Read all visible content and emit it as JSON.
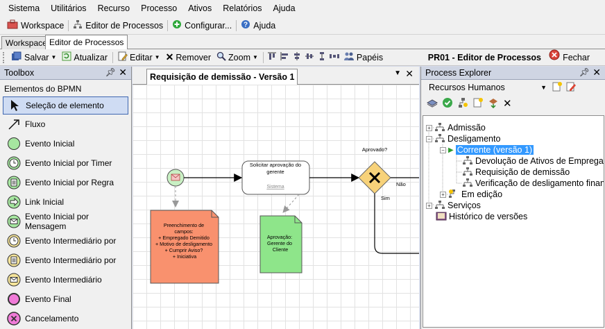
{
  "menu": [
    "Sistema",
    "Utilitários",
    "Recurso",
    "Processo",
    "Ativos",
    "Relatórios",
    "Ajuda"
  ],
  "quickbar": {
    "workspace": "Workspace",
    "editor": "Editor de Processos",
    "configurar": "Configurar...",
    "ajuda": "Ajuda"
  },
  "doctabs": {
    "workspace": "Workspace",
    "editor": "Editor de Processos"
  },
  "toolbar": {
    "salvar": "Salvar",
    "atualizar": "Atualizar",
    "editar": "Editar",
    "remover": "Remover",
    "zoom": "Zoom",
    "papeis": "Papéis",
    "editor_title": "PR01 - Editor de Processos",
    "fechar": "Fechar"
  },
  "toolbox": {
    "title": "Toolbox",
    "section": "Elementos do BPMN",
    "items": [
      "Seleção de elemento",
      "Fluxo",
      "Evento Inicial",
      "Evento Inicial por Timer",
      "Evento Inicial por Regra",
      "Link Inicial",
      "Evento Inicial por Mensagem",
      "Evento Intermediário por",
      "Evento Intermediário por",
      "Evento Intermediário",
      "Evento Final",
      "Cancelamento"
    ]
  },
  "canvas": {
    "tab": "Requisição de demissão - Versão 1",
    "task_line1": "Solicitar aprovação do",
    "task_line2": "gerente",
    "task_role": "Sistema",
    "gateway_label": "Aprovado?",
    "gateway_no": "Não",
    "gateway_yes": "Sim",
    "doc1_lines": [
      "Preenchimento de",
      "campos:",
      "",
      "+ Empregado Demitido",
      "+ Motivo de desligamento",
      "+ Cumprir Aviso?",
      "+ Iniciativa"
    ],
    "doc2_lines": [
      "Aprovação:",
      "Gerente do",
      "Cliente"
    ]
  },
  "explorer": {
    "title": "Process Explorer",
    "combo": "Recursos Humanos",
    "tree": {
      "admissao": "Admissão",
      "desligamento": "Desligamento",
      "corrente": "Corrente (versão 1)",
      "devolucao": "Devolução de Ativos de Empregado",
      "requisicao": "Requisição de demissão",
      "verificacao": "Verificação de desligamento financeiro",
      "em_edicao": "Em edição",
      "servicos": "Serviços",
      "historico": "Histórico de versões"
    }
  },
  "colors": {
    "doc1": "#f9916e",
    "doc2": "#8ee58a",
    "gateway": "#f7d27a",
    "start_event": "#c9f0c4",
    "selection": "#3399ff"
  }
}
